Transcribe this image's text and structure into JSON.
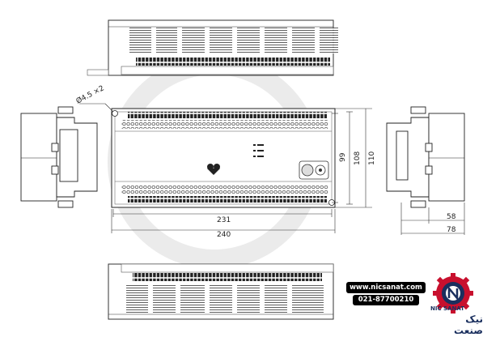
{
  "dimensions": {
    "hole": "Ø4.5 ×2",
    "width_231": "231",
    "width_240": "240",
    "height_99": "99",
    "height_108": "108",
    "height_110": "110",
    "depth_58": "58",
    "depth_78": "78"
  },
  "branding": {
    "website": "www.nicsanat.com",
    "phone": "021-87700210",
    "name_en": "NIC SANAT",
    "name_fa": "نیک صنعت",
    "accent_red": "#c8102e",
    "accent_navy": "#1a2f5e"
  }
}
